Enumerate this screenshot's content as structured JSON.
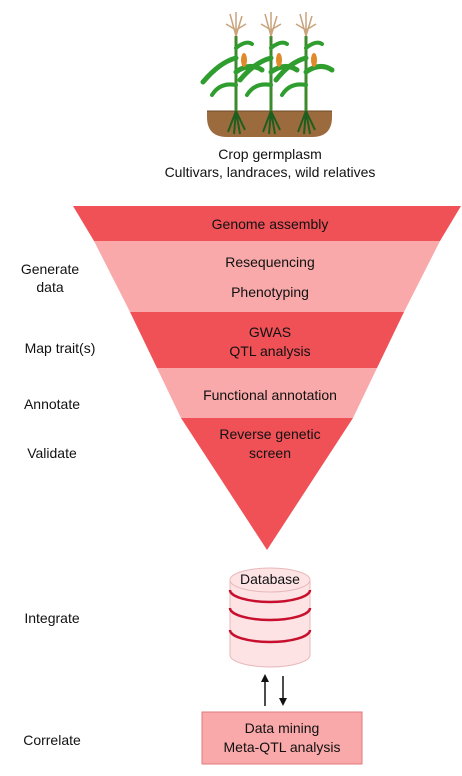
{
  "header": {
    "title": "Crop germplasm",
    "subtitle": "Cultivars, landraces, wild relatives"
  },
  "funnel": {
    "layers": [
      {
        "lines": [
          "Genome assembly"
        ],
        "color": "#ef5157"
      },
      {
        "lines": [
          "Resequencing",
          "Phenotyping"
        ],
        "color": "#f9a9aa"
      },
      {
        "lines": [
          "GWAS",
          "QTL analysis"
        ],
        "color": "#ef5157"
      },
      {
        "lines": [
          "Functional annotation"
        ],
        "color": "#f9a9aa"
      },
      {
        "lines": [
          "Reverse genetic",
          "screen"
        ],
        "color": "#ef5157"
      }
    ]
  },
  "stages": {
    "generate": [
      "Generate",
      "data"
    ],
    "map": "Map trait(s)",
    "annotate": "Annotate",
    "validate": "Validate",
    "integrate": "Integrate",
    "correlate": "Correlate"
  },
  "database": {
    "label": "Database",
    "fill": "#fde3e4",
    "band_color": "#c8102e"
  },
  "analysis_box": {
    "lines": [
      "Data mining",
      "Meta-QTL analysis"
    ],
    "fill": "#f9a9aa"
  },
  "icons": [
    "maize-plants-illustration",
    "up-arrow-icon",
    "down-arrow-icon"
  ]
}
